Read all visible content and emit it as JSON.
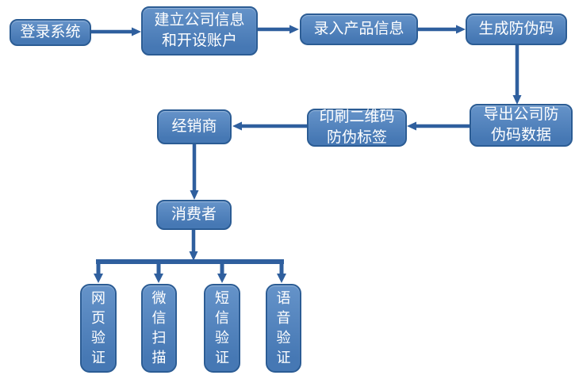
{
  "diagram": {
    "type": "flowchart",
    "title": "",
    "nodes": {
      "login": {
        "label": "登录系统"
      },
      "company": {
        "label": "建立公司信息和开设账户",
        "lines": [
          "建立公司信息",
          "和开设账户"
        ]
      },
      "product": {
        "label": "录入产品信息"
      },
      "generate": {
        "label": "生成防伪码"
      },
      "export": {
        "label": "导出公司防伪码数据",
        "lines": [
          "导出公司防",
          "伪码数据"
        ]
      },
      "print": {
        "label": "印刷二维码防伪标签",
        "lines": [
          "印刷二维码",
          "防伪标签"
        ]
      },
      "distributor": {
        "label": "经销商"
      },
      "consumer": {
        "label": "消费者"
      },
      "web": {
        "label": "网页验证"
      },
      "wechat": {
        "label": "微信扫描"
      },
      "sms": {
        "label": "短信验证"
      },
      "voice": {
        "label": "语音验证"
      }
    },
    "edges": [
      {
        "from": "登录系统",
        "to": "建立公司信息和开设账户"
      },
      {
        "from": "建立公司信息和开设账户",
        "to": "录入产品信息"
      },
      {
        "from": "录入产品信息",
        "to": "生成防伪码"
      },
      {
        "from": "生成防伪码",
        "to": "导出公司防伪码数据"
      },
      {
        "from": "导出公司防伪码数据",
        "to": "印刷二维码防伪标签"
      },
      {
        "from": "印刷二维码防伪标签",
        "to": "经销商"
      },
      {
        "from": "经销商",
        "to": "消费者"
      },
      {
        "from": "消费者",
        "to": "网页验证"
      },
      {
        "from": "消费者",
        "to": "微信扫描"
      },
      {
        "from": "消费者",
        "to": "短信验证"
      },
      {
        "from": "消费者",
        "to": "语音验证"
      }
    ]
  },
  "colors": {
    "background": "#ffffff",
    "node_fill_top": "#6593c9",
    "node_fill_bottom": "#4678b4",
    "node_border": "#2b5c94",
    "node_text": "#ffffff",
    "connector": "#2f5f9e"
  }
}
